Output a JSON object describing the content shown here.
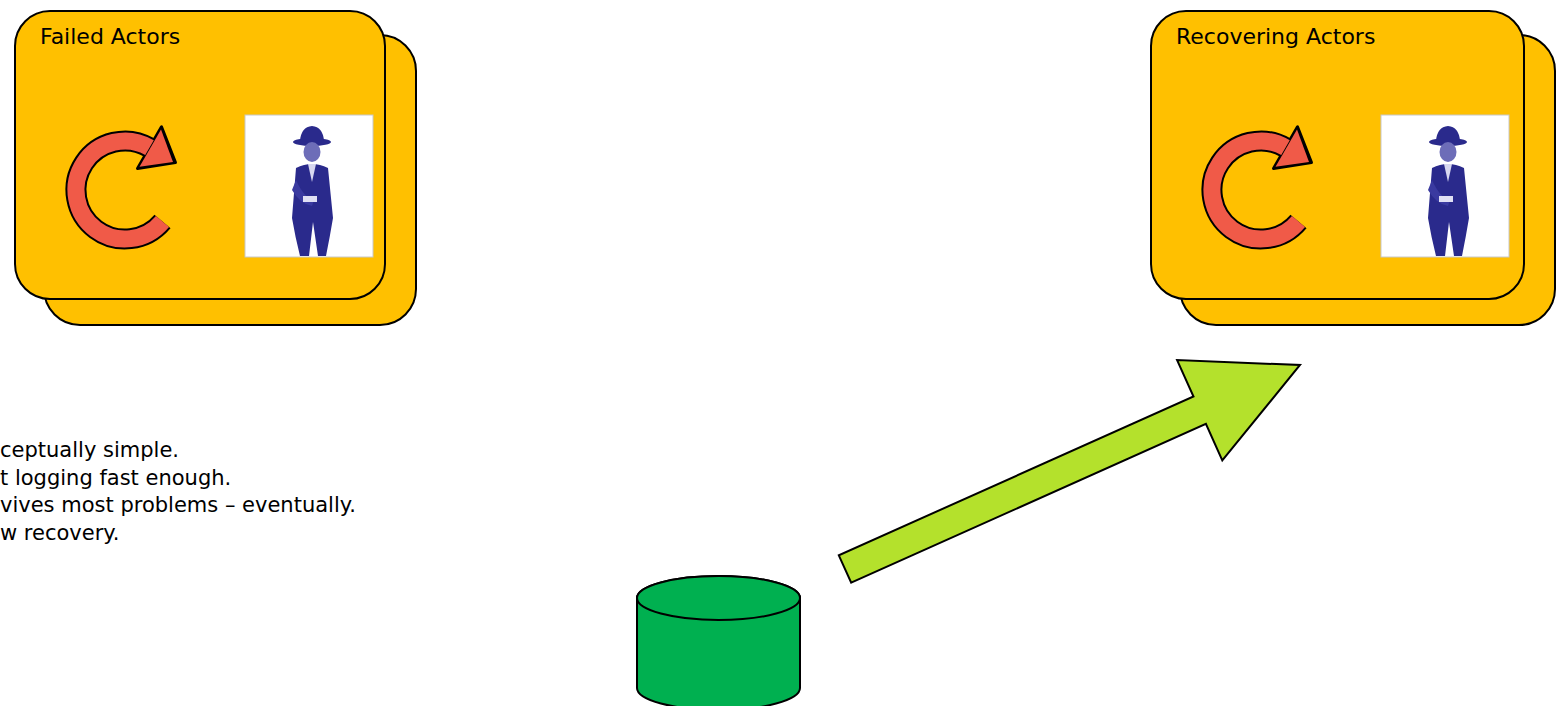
{
  "diagram": {
    "nodes": [
      {
        "text": [
          "Failed Actors"
        ]
      },
      {
        "text": [
          "Recovering Actors"
        ]
      }
    ],
    "labels": [
      "ceptually simple.",
      "t logging fast enough.",
      "vives most problems – eventually.",
      "w recovery."
    ]
  }
}
